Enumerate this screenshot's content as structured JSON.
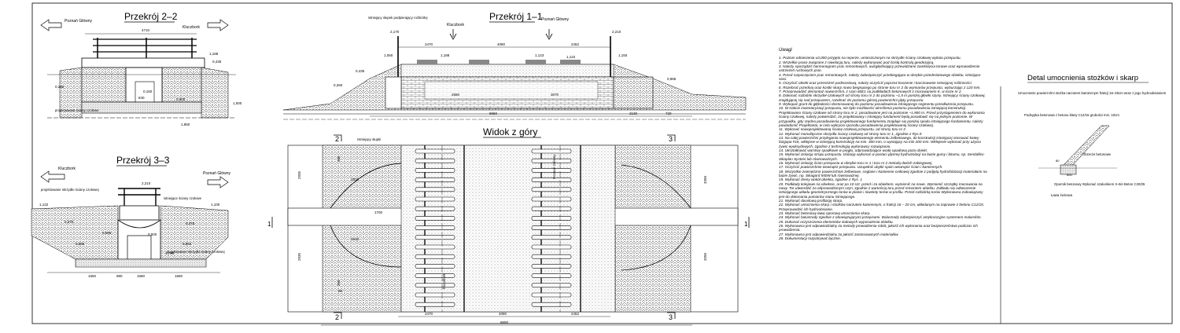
{
  "sections": {
    "s22": {
      "title": "Przekrój 2–2",
      "left": "Poznań Główny",
      "right": "Kluczbork",
      "dims": [
        "4710",
        "1,188",
        "0,435",
        "1,000",
        "1,950",
        "0,150",
        "0,260",
        "0,900",
        "840"
      ],
      "labels": [
        "projektowane ściany czołowe"
      ]
    },
    "s33": {
      "title": "Przekrój 3–3",
      "left": "Kluczbork",
      "right": "Poznań Główny",
      "dims": [
        "2,210",
        "1,122",
        "1,100",
        "0,370",
        "0,370",
        "0,585",
        "0,650",
        "0,500",
        "1,785",
        "0,585",
        "1650",
        "980",
        "1680",
        "1650"
      ],
      "labels": [
        "projektowane skrzydło ściany czołowej",
        "istniejące ściany czołowe",
        "projektowane skrzydło ściany czołowej"
      ]
    },
    "s11": {
      "title": "Przekrój 1–1",
      "left": "Kluczbork",
      "right": "Poznań Główny",
      "labels": [
        "istniejący słupek podpierający rozbiórkę"
      ],
      "dims": [
        "2,170",
        "2,210",
        "1,050",
        "0,435",
        "1,188",
        "1,123",
        "1,122",
        "1,150",
        "0,985",
        "0,260",
        "2470",
        "4080",
        "2452",
        "2580",
        "3070",
        "8650",
        "2130",
        "720"
      ]
    },
    "top": {
      "title": "Widok z góry",
      "labels": [
        "Istniejący słupki",
        "Kluczbork",
        "Poznań Główny"
      ],
      "dims": [
        "2470",
        "4080",
        "2452",
        "8650",
        "2935",
        "2935",
        "1700",
        "1910",
        "1910",
        "3250",
        "3250",
        "80",
        "360",
        "285"
      ]
    },
    "markers": [
      "2",
      "3",
      "1",
      "1",
      "2",
      "3"
    ]
  },
  "detail": {
    "title": "Detal umocnienia stożków i skarp",
    "labels": [
      "Umocnienie powierzchni stożka narzutem kamiennym frakcji 16–25cm wraz z jego hydroobsianiem",
      "Podsypka betonowa z betonu klasy C12/15 grubości min. 10cm",
      "Obrzeże betonowe",
      "Ława żwirowa"
    ],
    "beam": "Opornik betonowy Wykonać szalunkiem 3–6in Beton C20/25",
    "dims": [
      "80",
      "600"
    ]
  },
  "notes": {
    "heading": "Uwagi",
    "items": [
      "1. Poziom odniesienia ±0,000 przyjęto na reperze, umieszczonym na skrzydle ściany czołowej wykutu przepustu.",
      "2. Wszelkie prace związane z niwelacją toru, należy wykonywać pod ścisłą kontrolą geodezyjną.",
      "3. Należy sporządzić harmonogram prac remontowych, uwzględniający przewidziane zamknięcia torowe oraz wprowadzenie ostrzeżeń ruchowych prac.",
      "4. Przed rozpoczęciem prac remontowych, należy zabezpieczyć przebiegające w obrębie przedmiotowego obiektu, istniejące sieci.",
      "5. Oczyścić obiekt oraz przestrzeń podmostową, należy oczyścić poprzez koszenie i karczowanie istniejącej roślinności.",
      "6. Rozebrać przednią oraz kostki skarp nowo biegnącego po stronie toru nr 2 do wymiarów przepustu, wyburzając z 120 mm.",
      "7. Przeprowadzić demontaż nawierzchni, z szyn 60E1 na podkładach betonowych z mocowaniem K, w torze nr 2.",
      "8. Dokonać rozbiórki skrzydeł czołowych od strony toru nr 2 do poziomu ~1,5 m poniżej główki szyny. Istniejący ściany czołowej, znajdującej się nad przepustem, rozebrać do poziomu górnej powierzchni płyty przepustu.",
      "9. Wykopać grunt do głębokości dostosowanej do poziomu posadowienia istniejącego segmentu przedłużenia przepustu.",
      "10. W trakcie inwentaryzacji przepustu, nie było możliwości określenia poziomu posadowienia istniejącej konstrukcji. Projektowano ściany czołowe od strony toru nr 2, posadowione jest na poziomie ~1,900 m. Przed przystąpieniem do wykonania ściany czołowej, należy potwierdzić, że projektowany i istniejący fundament będą posadowić się na jednym poziomie. W przypadku, gdy rzędna posadowienia projektowanego fundamentu znajduje się poniżej spodu istniejącego fundamentu, należy powiadomić Projektanta, w celu wykrycia sposobu posadowienia projektowanej ściany czołowej.",
      "11. Wykonać nowoprojektowaną ścianę czołową przepustu, od strony toru nr 2.",
      "12. Wykonać monolityczne skrzydła ściany czołowej od strony toru nr 1, zgodnie z Rys.9",
      "13. Na całej powierzchni przylegania nowoprojektowanego elementu żelbetowego, do konstrukcji istniejącej stosować kotwy fazgopa #16, wklejone w istniejącą konstrukcję na min. 300 mm, o wystający na min 200 mm. Wklejenie wykonać przy użyciu żywic epoksydowych, zgodnie z technologią wykonawcy rozwiązania.",
      "14. Ukształtować warstwy spadkowe w pręgłu, odprowadzające wodę opadową poza obiekt.",
      "15. Wykonać izolację stropu przepustu. Izolację wykonać w postaci płynnej hydroizolacji na bazie gumy i bitumu, np. Sendaflex-Sikaplan Systein lub równoważnych.",
      "16. Wykonać izolację ścian przepustu w obrębie toru nr 1 i toru nr 2 metodą dwóch zabiegowej.",
      "17. Oczyścić powierzchnie wewnątrz przepustu. Uzupełnić ubytki spoin wewnątrz ścian i kamiennych.",
      "18. Wszystkie zewnętrzne powierzchnie żelbetowe, ceglane i kamienne ceikowej zgodnie z podjętą hydrofobizacji materiałami na bazie żywic, np. Sikagard 550W lub równoważnej.",
      "19. Wykonać dreny wokół obiektu, zgodnie z Rys. 1",
      "20. Podkłady kolejowe na obiekcie, oraz po 10 szt. przed i za obiektem, wymienić na nowe. Wymienić szczątky mocowania na nowy. Tor utwierdzić za odprowadzonym szyn, zgodnie z wartością toru przed remontem obiektu. Zakładu się odtworzenie istniejącego układu geometrycznego torów w planie i niwelety torów w profilu. Przed rozbiórką torów Wykonawca zobowiązany jest do dokonania pomiarów stanu istniejącego.",
      "21. Wykonać docelową profilację skarp.",
      "22. Wykonać umocnienia skarp i stożków narzutem kamiennym, o frakcji 16 – 20 cm, układanym na zaprawie z betonu C12/15. Przeprowadzić ich hydroobsianie.",
      "23. Wykonać betonowy ławę oporową umocnienia skarp.",
      "24. Wykonać balustrady zgodnie z obowiązującymi przepisami. Balustrady zabezpieczyć antykorozyjne systemem malarskim.",
      "25. Dokonać oczyszczenia elementów stalowych wyposażenia obiektu.",
      "26. Wykonawca jest odpowiedzialny za metody prowadzenia robót, jakość ich wykonania oraz bezpieczeństwo podczas ich prowadzenia.",
      "27. Wykonawca jest odpowiedzialny za jakość zastosowanych materiałów.",
      "28. Dokumentacji rozpatrywać łącznie."
    ]
  }
}
